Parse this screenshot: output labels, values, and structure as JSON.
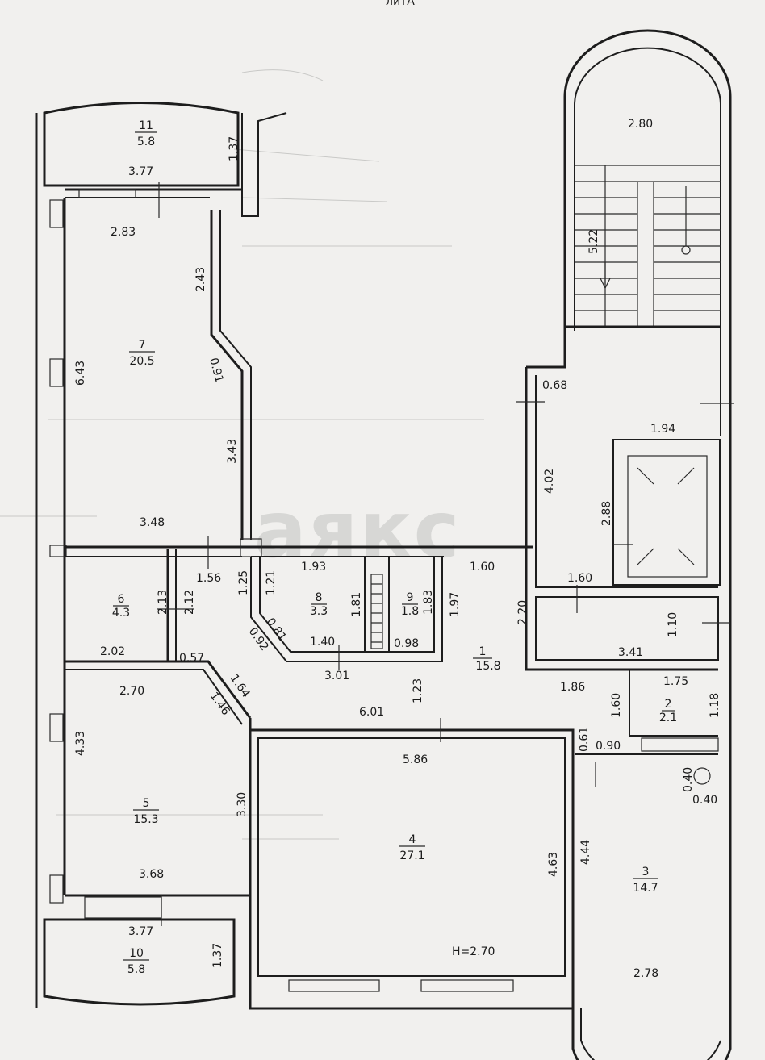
{
  "header": {
    "top_fragment": "литА"
  },
  "watermark": {
    "text": "аякс"
  },
  "height_note": "H=2.70",
  "rooms": [
    {
      "id": "r1",
      "num": "1",
      "area": "15.8"
    },
    {
      "id": "r2",
      "num": "2",
      "area": "2.1"
    },
    {
      "id": "r3",
      "num": "3",
      "area": "14.7"
    },
    {
      "id": "r4",
      "num": "4",
      "area": "27.1"
    },
    {
      "id": "r5",
      "num": "5",
      "area": "15.3"
    },
    {
      "id": "r6",
      "num": "6",
      "area": "4.3"
    },
    {
      "id": "r7",
      "num": "7",
      "area": "20.5"
    },
    {
      "id": "r8",
      "num": "8",
      "area": "3.3"
    },
    {
      "id": "r9",
      "num": "9",
      "area": "1.8"
    },
    {
      "id": "r10",
      "num": "10",
      "area": "5.8"
    },
    {
      "id": "r11",
      "num": "11",
      "area": "5.8"
    }
  ],
  "dimensions": [
    "2.80",
    "5.22",
    "0.68",
    "1.94",
    "4.02",
    "2.88",
    "1.60",
    "2.20",
    "1.10",
    "3.41",
    "1.75",
    "1.86",
    "1.60",
    "1.18",
    "0.61",
    "0.90",
    "0.40",
    "0.40",
    "3.77",
    "1.37",
    "2.83",
    "2.43",
    "6.43",
    "0.91",
    "3.43",
    "3.48",
    "1.56",
    "1.25",
    "1.21",
    "1.93",
    "1.81",
    "1.83",
    "1.97",
    "1.60",
    "2.13",
    "2.12",
    "2.02",
    "0.57",
    "0.81",
    "0.92",
    "1.40",
    "0.98",
    "3.01",
    "1.23",
    "2.70",
    "1.64",
    "1.46",
    "6.01",
    "5.86",
    "4.33",
    "3.30",
    "4.63",
    "4.44",
    "3.68",
    "3.77",
    "1.37",
    "2.78"
  ],
  "colors": {
    "paper": "#f1f0ee",
    "ink": "#1d1d1d",
    "watermark": "#d7d7d5"
  }
}
